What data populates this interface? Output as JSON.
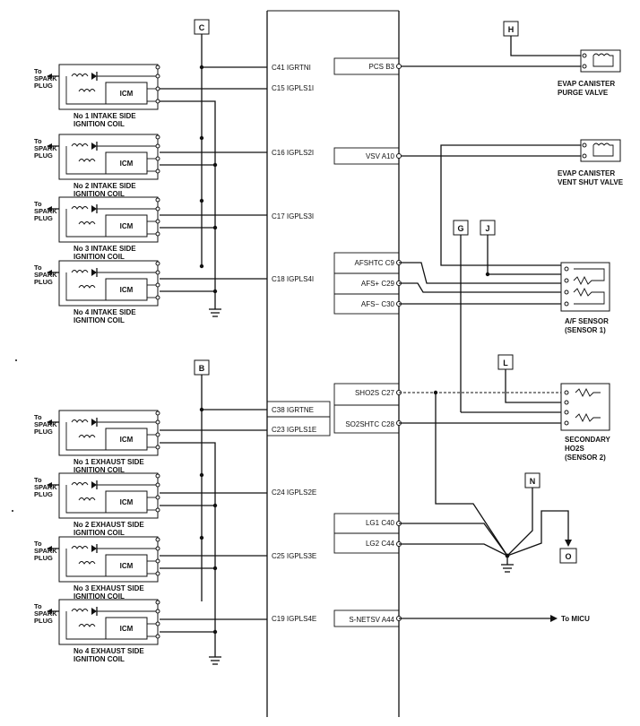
{
  "ecm_pins_left": [
    {
      "label": "C41 IGRTNI"
    },
    {
      "label": "C15 IGPLS1I"
    },
    {
      "label": "C16 IGPLS2I"
    },
    {
      "label": "C17 IGPLS3I"
    },
    {
      "label": "C18 IGPLS4I"
    },
    {
      "label": "C38 IGRTNE"
    },
    {
      "label": "C23 IGPLS1E"
    },
    {
      "label": "C24 IGPLS2E"
    },
    {
      "label": "C25 IGPLS3E"
    },
    {
      "label": "C19 IGPLS4E"
    }
  ],
  "ecm_pins_right": [
    {
      "label": "PCS B3"
    },
    {
      "label": "VSV A10"
    },
    {
      "label": "AFSHTC C9"
    },
    {
      "label": "AFS+ C29"
    },
    {
      "label": "AFS− C30"
    },
    {
      "label": "SHO2S C27"
    },
    {
      "label": "SO2SHTC C28"
    },
    {
      "label": "LG1 C40"
    },
    {
      "label": "LG2 C44"
    },
    {
      "label": "S-NETSV A44"
    }
  ],
  "coils": [
    {
      "plug1": "To",
      "plug2": "SPARK",
      "plug3": "PLUG",
      "icm": "ICM",
      "name1": "No 1 INTAKE SIDE",
      "name2": "IGNITION COIL"
    },
    {
      "plug1": "To",
      "plug2": "SPARK",
      "plug3": "PLUG",
      "icm": "ICM",
      "name1": "No 2 INTAKE SIDE",
      "name2": "IGNITION COIL"
    },
    {
      "plug1": "To",
      "plug2": "SPARK",
      "plug3": "PLUG",
      "icm": "ICM",
      "name1": "No 3 INTAKE SIDE",
      "name2": "IGNITION COIL"
    },
    {
      "plug1": "To",
      "plug2": "SPARK",
      "plug3": "PLUG",
      "icm": "ICM",
      "name1": "No 4 INTAKE SIDE",
      "name2": "IGNITION COIL"
    },
    {
      "plug1": "To",
      "plug2": "SPARK",
      "plug3": "PLUG",
      "icm": "ICM",
      "name1": "No 1 EXHAUST SIDE",
      "name2": "IGNITION COIL"
    },
    {
      "plug1": "To",
      "plug2": "SPARK",
      "plug3": "PLUG",
      "icm": "ICM",
      "name1": "No 2 EXHAUST SIDE",
      "name2": "IGNITION COIL"
    },
    {
      "plug1": "To",
      "plug2": "SPARK",
      "plug3": "PLUG",
      "icm": "ICM",
      "name1": "No 3 EXHAUST SIDE",
      "name2": "IGNITION COIL"
    },
    {
      "plug1": "To",
      "plug2": "SPARK",
      "plug3": "PLUG",
      "icm": "ICM",
      "name1": "No 4 EXHAUST SIDE",
      "name2": "IGNITION COIL"
    }
  ],
  "connectors": {
    "C": "C",
    "B": "B",
    "H": "H",
    "G": "G",
    "J": "J",
    "L": "L",
    "N": "N",
    "O": "O"
  },
  "components": {
    "purge1": "EVAP CANISTER",
    "purge2": "PURGE VALVE",
    "vent1": "EVAP CANISTER",
    "vent2": "VENT SHUT VALVE",
    "af1": "A/F SENSOR",
    "af2": "(SENSOR 1)",
    "ho1": "SECONDARY",
    "ho2": "HO2S",
    "ho3": "(SENSOR 2)",
    "micu": "To MICU"
  }
}
